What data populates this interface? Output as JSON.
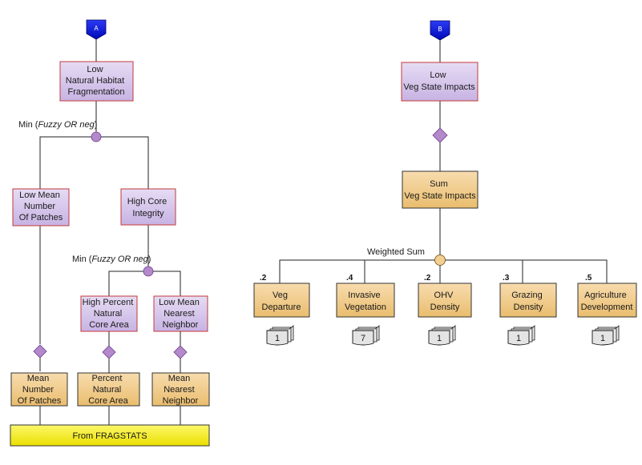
{
  "colors": {
    "purple_fill": "#d5c6ea",
    "purple_border": "#c43a3a",
    "tan_fill": "#f2cf8f",
    "connector_purple": "#b489cc",
    "connector_tan": "#f2cf8f",
    "badge_blue": "#0a14d8",
    "fragstats_yellow": "#f7f21a"
  },
  "tree_a": {
    "badge": "A",
    "root": [
      "Low",
      "Natural Habitat",
      "Fragmentation"
    ],
    "operator": "Min (",
    "operator_italic": "Fuzzy OR neg",
    "operator_close": ")",
    "left_child": [
      "Low Mean",
      "Number",
      "Of Patches"
    ],
    "right_child": [
      "High Core",
      "Integrity"
    ],
    "sub_operator": "Min (",
    "sub_operator_italic": "Fuzzy OR neg",
    "sub_operator_close": ")",
    "sub_left": [
      "High Percent",
      "Natural",
      "Core Area"
    ],
    "sub_right": [
      "Low Mean",
      "Nearest",
      "Neighbor"
    ],
    "data_left": [
      "Mean",
      "Number",
      "Of Patches"
    ],
    "data_mid": [
      "Percent",
      "Natural",
      "Core Area"
    ],
    "data_right": [
      "Mean",
      "Nearest",
      "Neighbor"
    ],
    "source": "From  FRAGSTATS"
  },
  "tree_b": {
    "badge": "B",
    "root": [
      "Low",
      "Veg State Impacts"
    ],
    "sum_node": [
      "Sum",
      "Veg State Impacts"
    ],
    "operator": "Weighted Sum",
    "children": [
      {
        "weight": ".2",
        "label": [
          "Veg",
          "Departure"
        ],
        "count": "1"
      },
      {
        "weight": ".4",
        "label": [
          "Invasive",
          "Vegetation"
        ],
        "count": "7"
      },
      {
        "weight": ".2",
        "label": [
          "OHV",
          "Density"
        ],
        "count": "1"
      },
      {
        "weight": ".3",
        "label": [
          "Grazing",
          "Density"
        ],
        "count": "1"
      },
      {
        "weight": ".5",
        "label": [
          "Agriculture",
          "Development"
        ],
        "count": "1"
      }
    ]
  }
}
